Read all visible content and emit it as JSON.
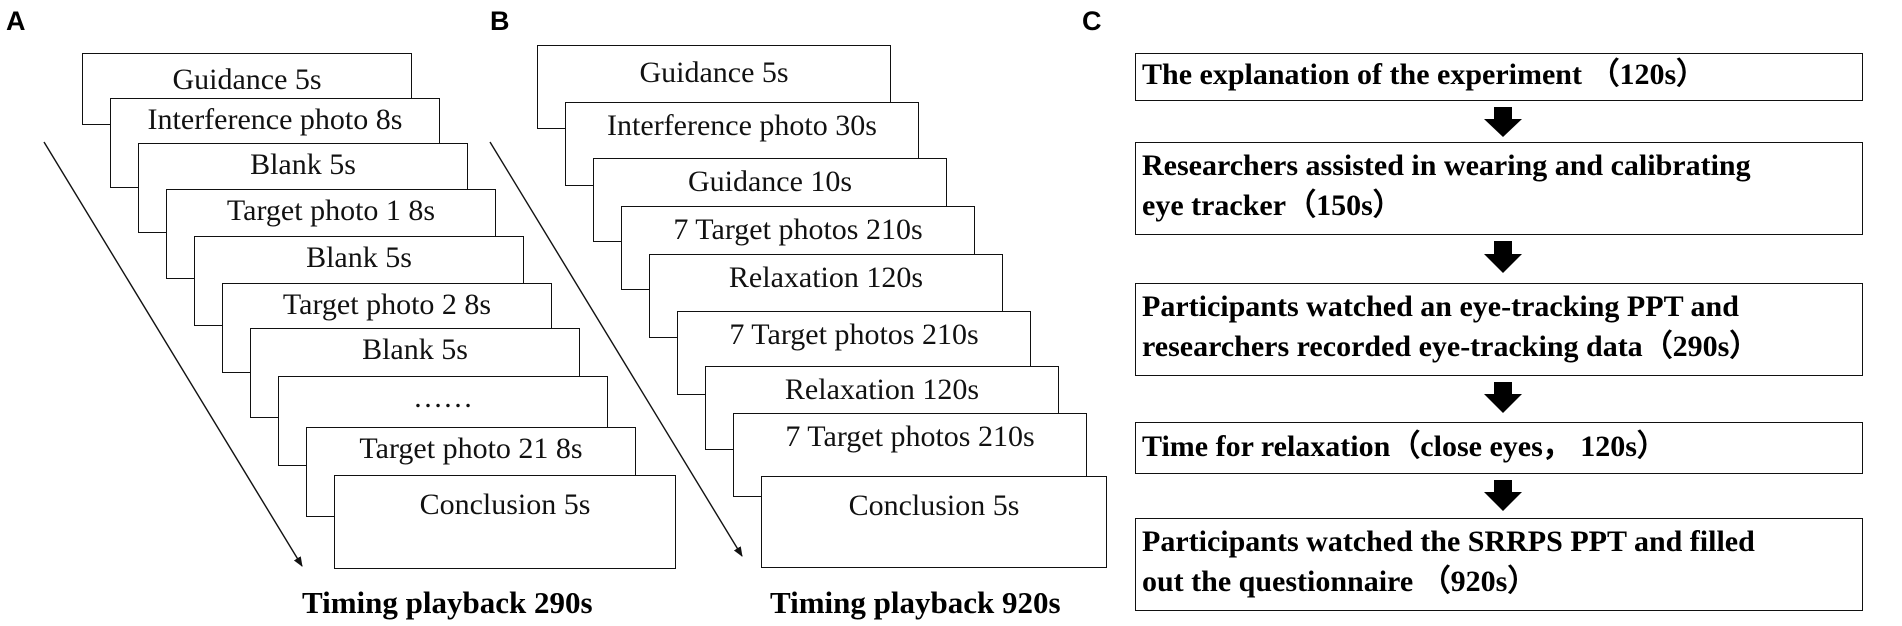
{
  "panel_a": {
    "label": "A",
    "steps": [
      "Guidance 5s",
      "Interference photo 8s",
      "Blank  5s",
      "Target photo 1 8s",
      "Blank  5s",
      "Target photo 2 8s",
      "Blank 5s",
      "……",
      "Target photo 21 8s",
      "Conclusion 5s"
    ],
    "caption": "Timing playback 290s"
  },
  "panel_b": {
    "label": "B",
    "steps": [
      "Guidance  5s",
      "Interference photo 30s",
      "Guidance  10s",
      "7 Target photos 210s",
      "Relaxation 120s",
      "7 Target photos 210s",
      "Relaxation 120s",
      "7 Target photos 210s",
      "Conclusion 5s"
    ],
    "caption": "Timing playback 920s"
  },
  "panel_c": {
    "label": "C",
    "steps": [
      [
        "The explanation of the experiment  （120s）"
      ],
      [
        "Researchers assisted in wearing and calibrating",
        "eye tracker（150s）"
      ],
      [
        "Participants watched an eye-tracking PPT and",
        "researchers recorded eye-tracking data（290s）"
      ],
      [
        "Time for relaxation（close eyes， 120s）"
      ],
      [
        "Participants watched the SRRPS PPT and filled",
        "out the questionnaire （920s）"
      ]
    ]
  }
}
